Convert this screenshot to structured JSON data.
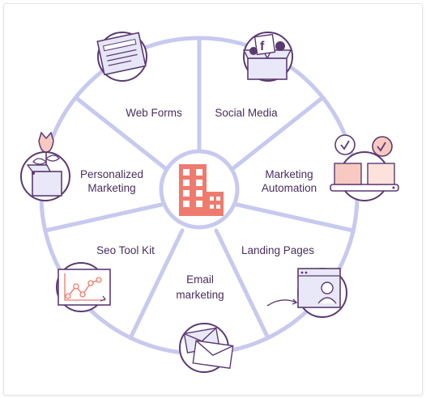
{
  "segments": [
    {
      "label": [
        "Web Forms"
      ],
      "icon": "web-form-icon"
    },
    {
      "label": [
        "Social Media"
      ],
      "icon": "social-media-box-icon"
    },
    {
      "label": [
        "Marketing",
        "Automation"
      ],
      "icon": "automation-conveyor-icon"
    },
    {
      "label": [
        "Landing Pages"
      ],
      "icon": "landing-page-profile-icon"
    },
    {
      "label": [
        "Email",
        "marketing"
      ],
      "icon": "envelopes-icon"
    },
    {
      "label": [
        "Seo Tool Kit"
      ],
      "icon": "seo-chart-icon"
    },
    {
      "label": [
        "Personalized",
        "Marketing"
      ],
      "icon": "tulip-box-icon"
    }
  ],
  "center": {
    "icon": "building-icon"
  },
  "colors": {
    "ring": "#c7c9ef",
    "spoke": "#c7c9ef",
    "icon_stroke": "#5b3a74",
    "accent": "#ef7b6e",
    "accent_light": "#f7c9c0",
    "text": "#4a2e5e"
  }
}
